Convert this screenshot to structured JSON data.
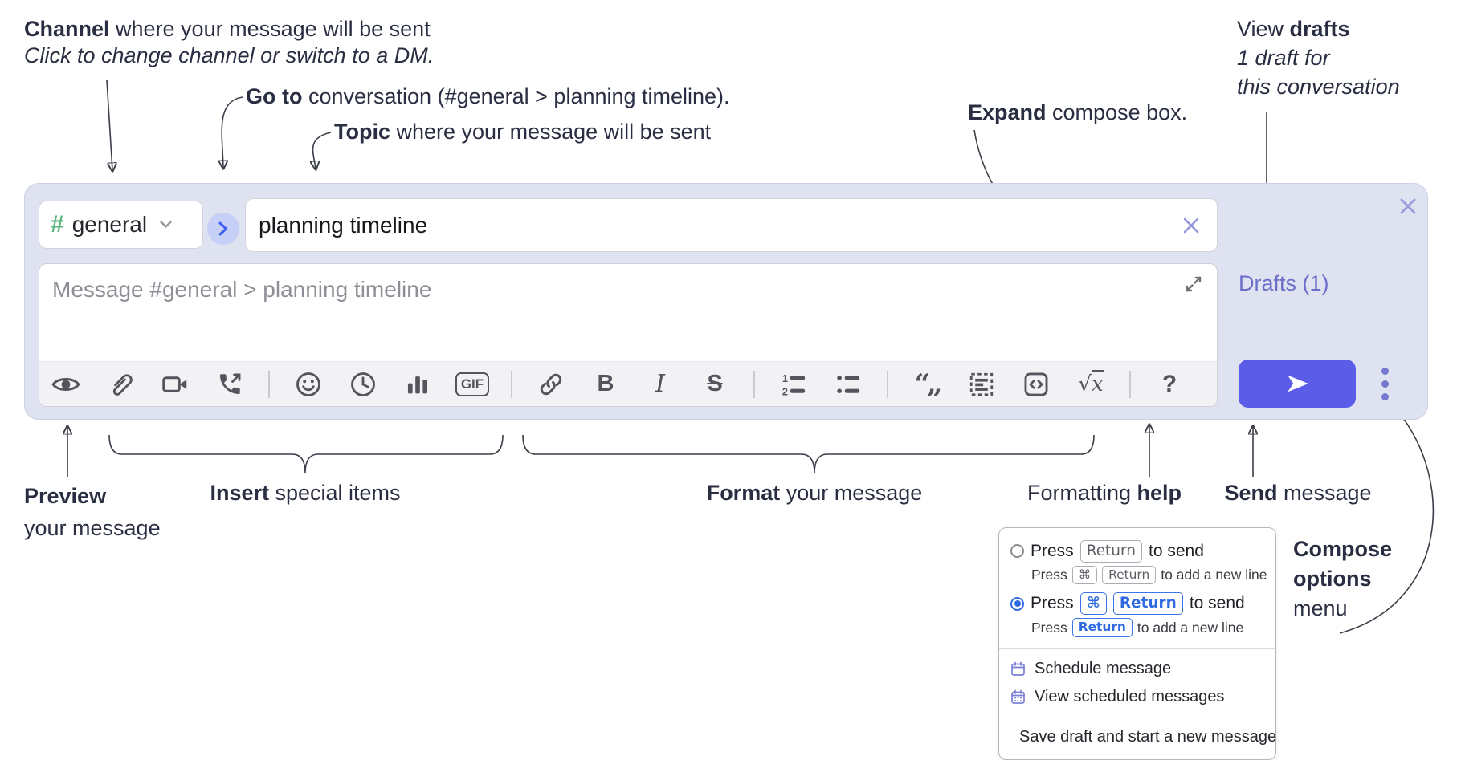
{
  "annotations": {
    "channel_title_bold": "Channel",
    "channel_title_rest": " where your message will be sent",
    "channel_subtitle": "Click to change channel or switch to a DM.",
    "goto_bold": "Go to",
    "goto_rest": " conversation (#general > planning timeline).",
    "topic_bold": "Topic",
    "topic_rest": " where your message will be sent",
    "expand_bold": "Expand",
    "expand_rest": " compose box.",
    "drafts_line1_pre": "View ",
    "drafts_line1_bold": "drafts",
    "drafts_line2": "1 draft for",
    "drafts_line3": "this conversation",
    "preview_bold": "Preview",
    "preview_line2": "your message",
    "insert_bold": "Insert",
    "insert_rest": " special items",
    "format_bold": "Format",
    "format_rest": " your message",
    "help_pre": "Formatting ",
    "help_bold": "help",
    "send_bold": "Send",
    "send_rest": " message",
    "compose_line1": "Compose",
    "compose_line2": "options",
    "compose_line3": "menu"
  },
  "composer": {
    "channel_hash": "#",
    "channel_name": "general",
    "topic_value": "planning timeline",
    "message_placeholder": "Message #general > planning timeline",
    "drafts_link": "Drafts (1)",
    "toolbar": {
      "gif_label": "GIF",
      "bold_label": "B",
      "italic_label": "I",
      "strike_label": "S",
      "quote_label": "“„",
      "sqrt_sign": "√",
      "sqrt_x": "x",
      "help_label": "?",
      "icons": [
        "preview-eye",
        "attach-paperclip",
        "video-camera",
        "phone-call",
        "emoji-smiley",
        "recent-clock",
        "poll-bar-chart",
        "gif",
        "link",
        "bold",
        "italic",
        "strikethrough",
        "ordered-list",
        "bulleted-list",
        "blockquote",
        "code-block",
        "code",
        "formula",
        "help"
      ]
    }
  },
  "menu": {
    "selected_option": 2,
    "option1": {
      "press": "Press",
      "key1": "Return",
      "suffix": "to send",
      "sub_press": "Press",
      "sub_key1": "⌘",
      "sub_key2": "Return",
      "sub_suffix": "to add a new line"
    },
    "option2": {
      "press": "Press",
      "key1": "⌘",
      "key2": "Return",
      "suffix": "to send",
      "sub_press": "Press",
      "sub_key1": "Return",
      "sub_suffix": "to add a new line"
    },
    "items": [
      "Schedule message",
      "View scheduled messages",
      "Save draft and start a new message"
    ]
  },
  "colors": {
    "accent_send": "#5b5ce7",
    "drafts_link": "#6c6fc9",
    "hash_green": "#5cb87f",
    "composer_bg": "#dfe2f1",
    "kbd_blue": "#2f6ae0",
    "menu_icon_purple": "#7b7ed6"
  }
}
